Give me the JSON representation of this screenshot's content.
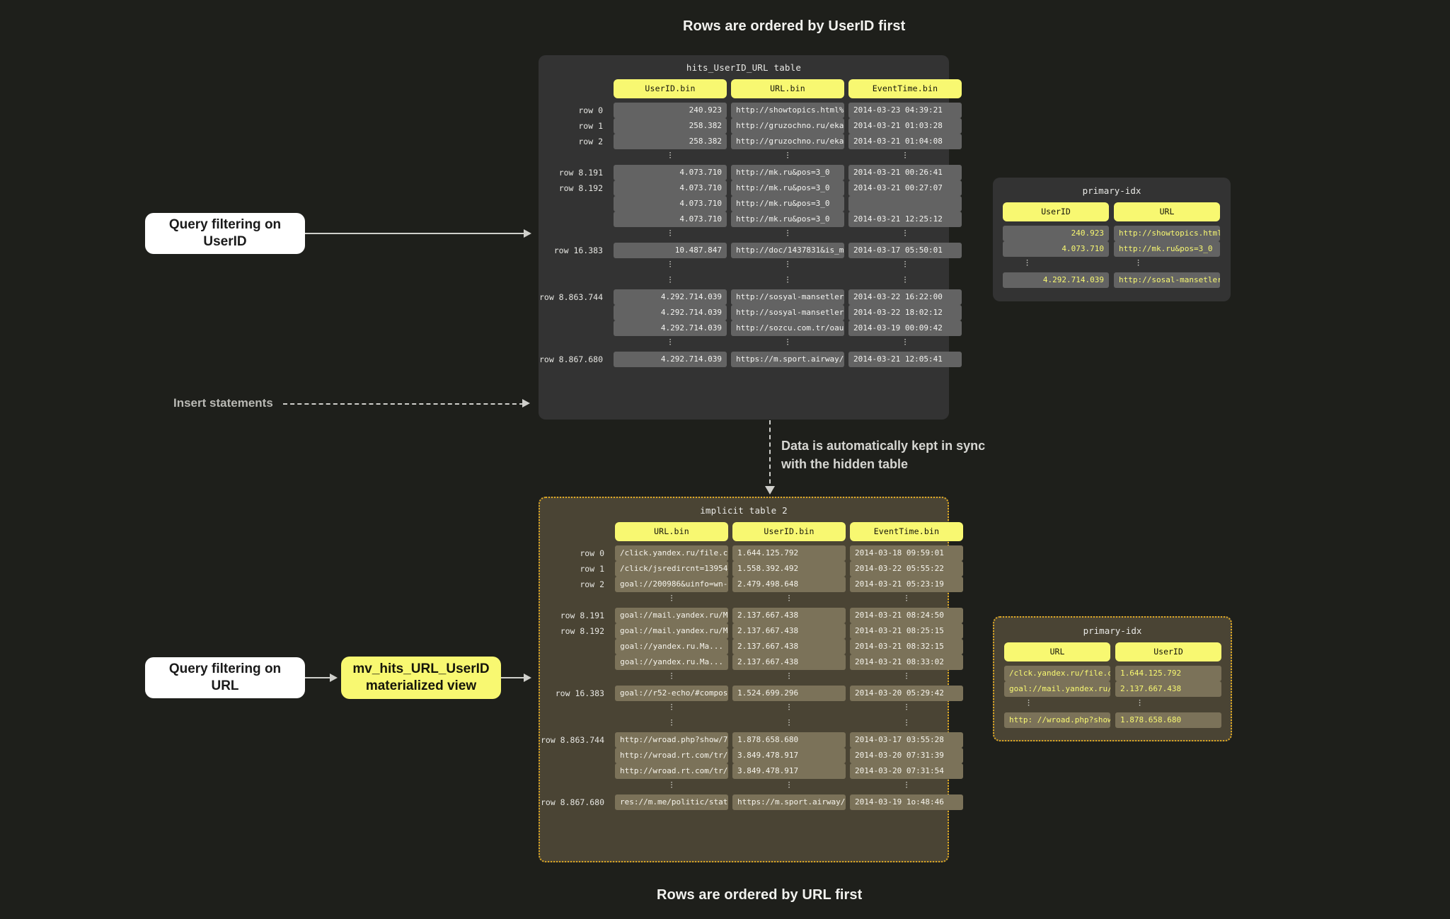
{
  "titles": {
    "top": "Rows are ordered by UserID first",
    "bottom": "Rows are ordered by URL first"
  },
  "callouts": {
    "query_userid": "Query filtering on UserID",
    "query_url": "Query filtering on URL",
    "mv": "mv_hits_URL_UserID\nmaterialized view",
    "insert_statements": "Insert statements",
    "sync_note": "Data is automatically kept in sync\nwith the hidden table"
  },
  "top_table": {
    "title": "hits_UserID_URL table",
    "headers": [
      "UserID.bin",
      "URL.bin",
      "EventTime.bin"
    ],
    "rows": [
      {
        "label": "row 0",
        "userid": "240.923",
        "url": "http://showtopics.html%3...",
        "time": "2014-03-23 04:39:21"
      },
      {
        "label": "row 1",
        "userid": "258.382",
        "url": "http://gruzochno.ru/ekat...",
        "time": "2014-03-21 01:03:28"
      },
      {
        "label": "row 2",
        "userid": "258.382",
        "url": "http://gruzochno.ru/ekat...",
        "time": "2014-03-21 01:04:08"
      },
      {
        "type": "dots"
      },
      {
        "label": "row 8.191",
        "userid": "4.073.710",
        "url": "http://mk.ru&pos=3_0",
        "time": "2014-03-21 00:26:41"
      },
      {
        "label": "row 8.192",
        "userid": "4.073.710",
        "url": "http://mk.ru&pos=3_0",
        "time": "2014-03-21 00:27:07"
      },
      {
        "label": "",
        "userid": "4.073.710",
        "url": "http://mk.ru&pos=3_0",
        "time": ""
      },
      {
        "label": "",
        "userid": "4.073.710",
        "url": "http://mk.ru&pos=3_0",
        "time": "2014-03-21 12:25:12"
      },
      {
        "type": "dots"
      },
      {
        "label": "row 16.383",
        "userid": "10.487.847",
        "url": "http://doc/1437831&is_mo...",
        "time": "2014-03-17 05:50:01"
      },
      {
        "type": "dots"
      },
      {
        "type": "dots"
      },
      {
        "label": "row 8.863.744",
        "userid": "4.292.714.039",
        "url": "http://sosyal-mansetleri...",
        "time": "2014-03-22 16:22:00"
      },
      {
        "label": "",
        "userid": "4.292.714.039",
        "url": "http://sosyal-mansetleri...",
        "time": "2014-03-22 18:02:12"
      },
      {
        "label": "",
        "userid": "4.292.714.039",
        "url": "http://sozcu.com.tr/oaut",
        "time": "2014-03-19 00:09:42"
      },
      {
        "type": "dots"
      },
      {
        "label": "row 8.867.680",
        "userid": "4.292.714.039",
        "url": "https://m.sport.airway/?",
        "time": "2014-03-21 12:05:41"
      }
    ]
  },
  "bottom_table": {
    "title": "implicit table 2",
    "headers": [
      "URL.bin",
      "UserID.bin",
      "EventTime.bin"
    ],
    "rows": [
      {
        "label": "row 0",
        "url": "/click.yandex.ru/file.co ...",
        "align": "left",
        "userid": "1.644.125.792",
        "time": "2014-03-18 09:59:01"
      },
      {
        "label": "row 1",
        "url": "/click/jsredircnt=1395412...",
        "align": "left",
        "userid": "1.558.392.492",
        "time": "2014-03-22 05:55:22"
      },
      {
        "label": "row 2",
        "url": "goal://200986&uinfo=wn-1...",
        "align": "right",
        "userid": "2.479.498.648",
        "time": "2014-03-21 05:23:19"
      },
      {
        "type": "dots"
      },
      {
        "label": "row 8.191",
        "url": "goal://mail.yandex.ru/Ma...",
        "align": "right",
        "userid": "2.137.667.438",
        "time": "2014-03-21 08:24:50"
      },
      {
        "label": "row 8.192",
        "url": "goal://mail.yandex.ru/Ma...",
        "align": "right",
        "userid": "2.137.667.438",
        "time": "2014-03-21 08:25:15"
      },
      {
        "label": "",
        "url": "goal://yandex.ru.Ma...",
        "align": "right",
        "userid": "2.137.667.438",
        "time": "2014-03-21 08:32:15"
      },
      {
        "label": "",
        "url": "goal://yandex.ru.Ma...",
        "align": "right",
        "userid": "2.137.667.438",
        "time": "2014-03-21 08:33:02"
      },
      {
        "type": "dots"
      },
      {
        "label": "row 16.383",
        "url": "goal://r52-echo/#compose...",
        "align": "right",
        "userid": "1.524.699.296",
        "time": "2014-03-20 05:29:42"
      },
      {
        "type": "dots"
      },
      {
        "type": "dots"
      },
      {
        "label": "row 8.863.744",
        "url": "http://wroad.php?show/7...",
        "align": "right",
        "userid": "1.878.658.680",
        "time": "2014-03-17 03:55:28"
      },
      {
        "label": "",
        "url": "http://wroad.rt.com/tr/...",
        "align": "right",
        "userid": "3.849.478.917",
        "time": "2014-03-20 07:31:39"
      },
      {
        "label": "",
        "url": "http://wroad.rt.com/tr/...",
        "align": "right",
        "userid": "3.849.478.917",
        "time": "2014-03-20 07:31:54"
      },
      {
        "type": "dots"
      },
      {
        "label": "row 8.867.680",
        "url": "res://m.me/politic/stati...",
        "align": "right",
        "userid": "https://m.sport.airway/?",
        "time": "2014-03-19 1o:48:46"
      }
    ]
  },
  "top_index": {
    "title": "primary-idx",
    "headers": [
      "UserID",
      "URL"
    ],
    "rows": [
      {
        "c1": "240.923",
        "c2": "http://showtopics.html%3..."
      },
      {
        "c1": "4.073.710",
        "c2": "http://mk.ru&pos=3_0"
      },
      {
        "type": "dots"
      },
      {
        "c1": "4.292.714.039",
        "c2": "http://sosal-mansetleri..."
      }
    ]
  },
  "bottom_index": {
    "title": "primary-idx",
    "headers": [
      "URL",
      "UserID"
    ],
    "rows": [
      {
        "c1": "/clck.yandex.ru/file.com...",
        "c2": "1.644.125.792"
      },
      {
        "c1": "goal://mail.yandex.ru/Ma...",
        "c2": "2.137.667.438"
      },
      {
        "type": "dots"
      },
      {
        "c1": "http: //wroad.php?show/7...",
        "c2": "1.878.658.680"
      }
    ]
  },
  "colors": {
    "background": "#1e1f1b",
    "panel_dark": "#333333",
    "panel_olive": "#4a4434",
    "accent_yellow": "#f8f871",
    "dotted_border": "#e0a922",
    "cell_dark": "#636363",
    "cell_olive": "#7b7259"
  }
}
